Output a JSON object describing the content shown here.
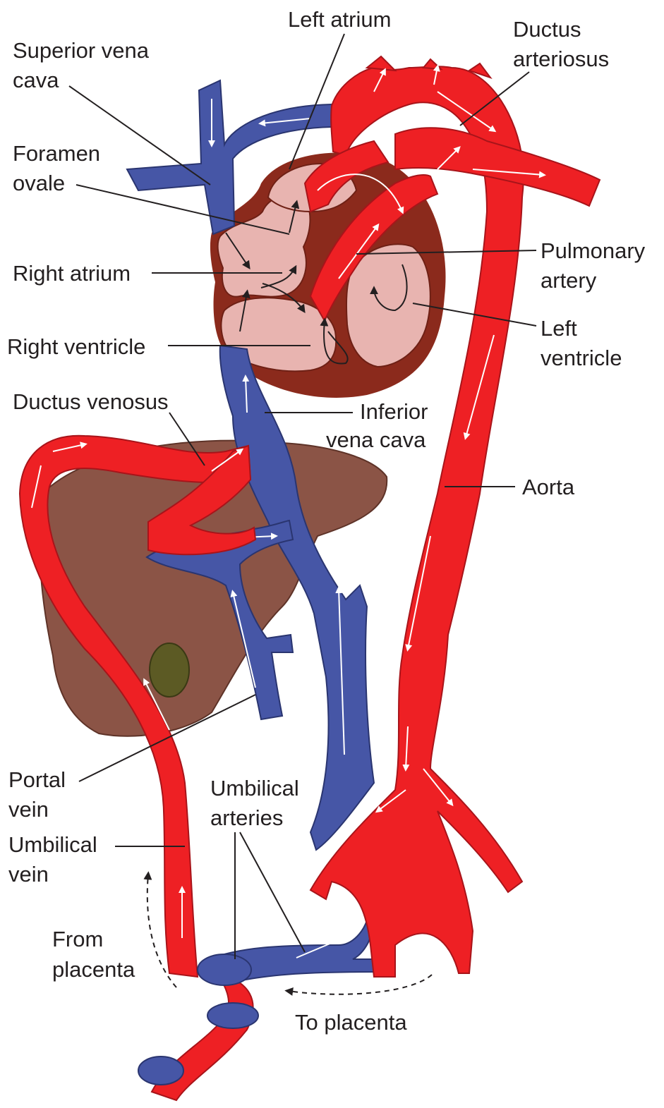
{
  "labels": {
    "left_atrium": "Left atrium",
    "ductus_arteriosus": [
      "Ductus",
      "arteriosus"
    ],
    "superior_vena_cava": [
      "Superior vena",
      "cava"
    ],
    "foramen_ovale": [
      "Foramen",
      "ovale"
    ],
    "pulmonary_artery": [
      "Pulmonary",
      "artery"
    ],
    "right_atrium": "Right atrium",
    "left_ventricle": [
      "Left",
      "ventricle"
    ],
    "right_ventricle": "Right ventricle",
    "ductus_venosus": "Ductus venosus",
    "inferior_vena_cava": [
      "Inferior",
      "vena cava"
    ],
    "aorta": "Aorta",
    "portal_vein": [
      "Portal",
      "vein"
    ],
    "umbilical_arteries": [
      "Umbilical",
      "arteries"
    ],
    "umbilical_vein": [
      "Umbilical",
      "vein"
    ],
    "from_placenta": [
      "From",
      "placenta"
    ],
    "to_placenta": "To placenta"
  },
  "colors": {
    "oxygenated": "#ee2024",
    "deoxygenated": "#4656a6",
    "heart_wall": "#8b2a1c",
    "heart_chamber": "#e8b4b0",
    "liver": "#8b5446",
    "gallbladder": "#5c5a24",
    "text": "#231f20"
  }
}
